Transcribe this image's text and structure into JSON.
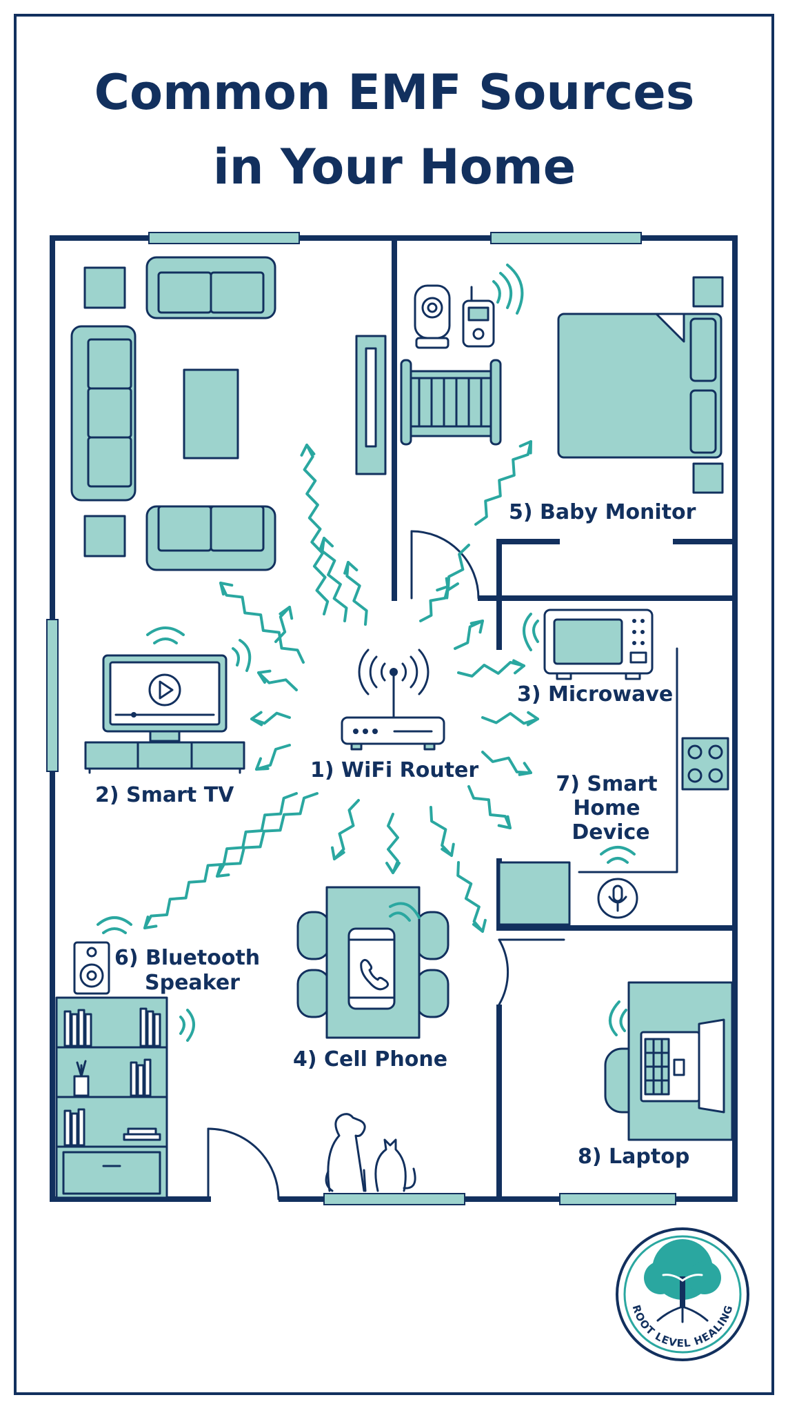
{
  "title": {
    "line1": "Common EMF Sources",
    "line2": "in Your Home"
  },
  "labels": {
    "wifi_router": "1) WiFi Router",
    "smart_tv": "2) Smart TV",
    "microwave": "3) Microwave",
    "cell_phone": "4) Cell Phone",
    "baby_monitor": "5) Baby Monitor",
    "bluetooth_line1": "6) Bluetooth",
    "bluetooth_line2": "Speaker",
    "smart_home_line1": "7) Smart",
    "smart_home_line2": "Home",
    "smart_home_line3": "Device",
    "laptop": "8) Laptop"
  },
  "logo": {
    "text": "ROOT LEVEL HEALING",
    "icon": "tree-of-life-icon"
  },
  "colors": {
    "navy": "#12305e",
    "teal": "#2aa7a0",
    "light_teal": "#9dd3cd",
    "background": "#ffffff"
  }
}
